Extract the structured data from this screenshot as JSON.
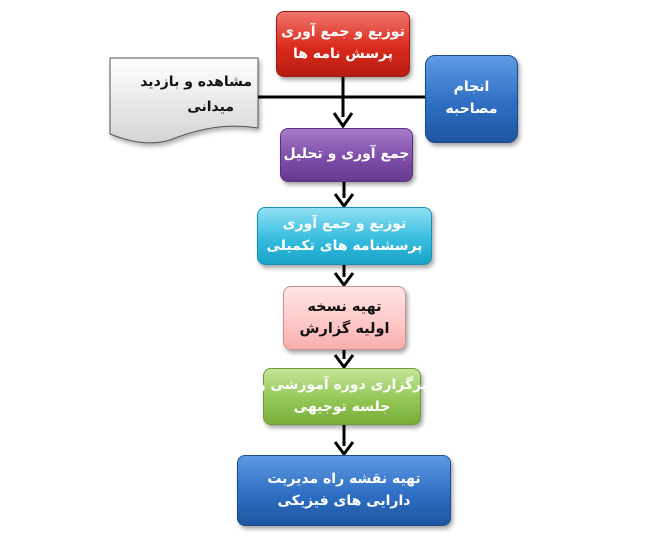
{
  "diagram": {
    "colors": {
      "red": "#d92a1c",
      "blue": "#2e6fc4",
      "purple": "#7e4ea9",
      "cyan": "#37bde0",
      "pink": "#ffc6c6",
      "green": "#94c756",
      "document": "#e6e6e6",
      "connector": "#000000"
    },
    "nodes": {
      "distribute": {
        "line1": "توزیع و جمع آوری",
        "line2": "پرسش نامه ها"
      },
      "interview": {
        "line1": "انجام",
        "line2": "مصاحبه"
      },
      "visit": {
        "line1": "مشاهده و بازدید",
        "line2": "میدانی"
      },
      "collect": {
        "line1": "جمع آوری و تحلیل"
      },
      "supplementary": {
        "line1": "توزیع و جمع آوری",
        "line2": "پرسشنامه های تکمیلی"
      },
      "draft": {
        "line1": "تهیه نسخه",
        "line2": "اولیه گزارش"
      },
      "training": {
        "line1": "برگزاری دوره آموزشی و",
        "line2": "جلسه توجیهی"
      },
      "roadmap": {
        "line1": "تهیه نقشه راه مدیریت",
        "line2": "دارایی های فیزیکی"
      }
    }
  }
}
